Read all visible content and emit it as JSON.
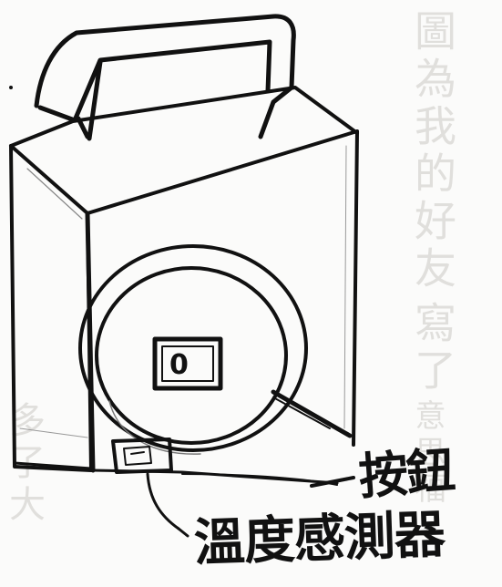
{
  "background_text": {
    "right_column": "圖為我的好友",
    "right_column_2": "寫了",
    "right_column_3": "意思福",
    "left_column": "多了大"
  },
  "switch": {
    "symbol": "0"
  },
  "labels": {
    "button": "按鈕",
    "sensor": "溫度感測器"
  },
  "colors": {
    "ink": "#111111",
    "paper": "#fbfbfa",
    "bleed_through": "#d8d6d3"
  },
  "icons": {
    "box": "box-sketch-icon",
    "handle": "handle-icon",
    "lens": "circular-lens-icon",
    "switch": "button-icon",
    "sensor": "sensor-icon"
  }
}
